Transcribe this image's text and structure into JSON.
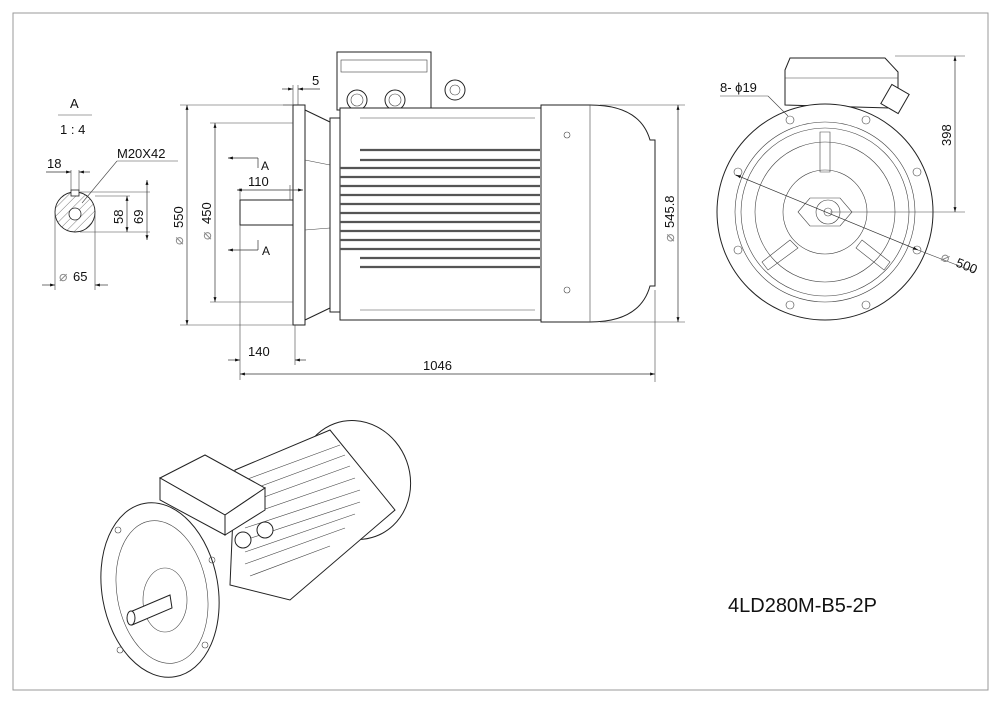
{
  "section_view": {
    "label": "A",
    "scale": "1 : 4",
    "key_width": "18",
    "thread": "M20X42",
    "dim_58": "58",
    "dim_69": "69",
    "shaft_diameter": "65"
  },
  "front_view": {
    "flange_gap": "5",
    "flange_diameter": "550",
    "spigot_diameter": "450",
    "section_marker_top": "A",
    "section_marker_bottom": "A",
    "shaft_length": "110",
    "flange_to_shaft": "140",
    "overall_length": "1046",
    "body_diameter": "545.8"
  },
  "end_view": {
    "holes": "8- ϕ19",
    "height": "398",
    "pcd": "500"
  },
  "diameter_symbol": "⌀",
  "model": "4LD280M-B5-2P"
}
